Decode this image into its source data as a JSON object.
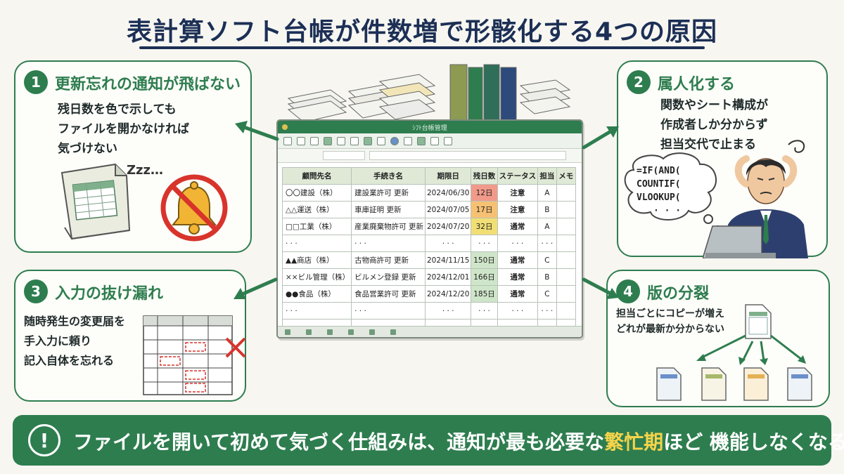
{
  "title": "表計算ソフト台帳が件数増で形骸化する4つの原因",
  "panels": {
    "p1": {
      "num": "1",
      "title": "更新忘れの通知が飛ばない",
      "lines": [
        "残日数を色で示しても",
        "ファイルを開かなければ",
        "気づけない"
      ],
      "zzz": "Zzz…"
    },
    "p2": {
      "num": "2",
      "title": "属人化する",
      "lines": [
        "関数やシート構成が",
        "作成者しか分からず",
        "担当交代で止まる"
      ],
      "formula": [
        "=IF(AND(",
        "COUNTIF(",
        "VLOOKUP(",
        "· · ·"
      ]
    },
    "p3": {
      "num": "3",
      "title": "入力の抜け漏れ",
      "lines": [
        "随時発生の変更届を",
        "手入力に頼り",
        "記入自体を忘れる"
      ]
    },
    "p4": {
      "num": "4",
      "title": "版の分裂",
      "lines": [
        "担当ごとにコピーが増え",
        "どれが最新か分からない"
      ]
    }
  },
  "sheet": {
    "window_title": "ｼﾌﾄ台帳管理",
    "headers": [
      "顧問先名",
      "手続き名",
      "期限日",
      "残日数",
      "ステータス",
      "担当",
      "メモ"
    ],
    "rows": [
      [
        "〇〇建設（株）",
        "建設業許可 更新",
        "2024/06/30",
        "12日",
        "注意",
        "A",
        ""
      ],
      [
        "△△運送（株）",
        "車庫証明 更新",
        "2024/07/05",
        "17日",
        "注意",
        "B",
        ""
      ],
      [
        "□□工業（株）",
        "産業廃棄物許可 更新",
        "2024/07/20",
        "32日",
        "通常",
        "A",
        ""
      ],
      [
        "· · ·",
        "· · ·",
        "· · ·",
        "· · ·",
        "· · ·",
        "· · ·",
        ""
      ],
      [
        "▲▲商店（株）",
        "古物商許可 更新",
        "2024/11/15",
        "150日",
        "通常",
        "C",
        ""
      ],
      [
        "××ビル管理（株）",
        "ビルメン登録 更新",
        "2024/12/01",
        "166日",
        "通常",
        "B",
        ""
      ],
      [
        "●●食品（株）",
        "食品営業許可 更新",
        "2024/12/20",
        "185日",
        "通常",
        "C",
        ""
      ],
      [
        "· · ·",
        "· · ·",
        "· · ·",
        "· · ·",
        "· · ·",
        "· · ·",
        ""
      ],
      [
        "· · ·",
        "· · ·",
        "· · ·",
        "· · ·",
        "· · ·",
        "· · ·",
        "· ·"
      ]
    ],
    "remaining_colors": [
      "red",
      "orange",
      "yellow",
      "",
      "green",
      "green",
      "green",
      "",
      ""
    ],
    "status_kinds": [
      "warn",
      "warn",
      "ok",
      "",
      "ok",
      "ok",
      "ok",
      "",
      ""
    ]
  },
  "banner": {
    "icon": "!",
    "text_before": "ファイルを開いて初めて気づく仕組みは、通知が最も必要な",
    "highlight": "繁忙期",
    "text_after": "ほど 機能しなくなる"
  },
  "colors": {
    "accent": "#2e7d4f",
    "title": "#1c2f55",
    "highlight": "#f5d44a",
    "warn": "#cc2b2b"
  }
}
